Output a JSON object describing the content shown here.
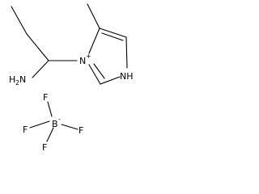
{
  "molecule": {
    "cation": {
      "amine": {
        "symbol": "H",
        "subscript": "2",
        "element": "N"
      },
      "ring_n_plus": {
        "symbol": "N",
        "charge": "+"
      },
      "ring_nh": {
        "symbol": "NH"
      }
    },
    "anion": {
      "center": {
        "symbol": "B",
        "charge": "-"
      },
      "fluorines": [
        "F",
        "F",
        "F",
        "F"
      ]
    }
  }
}
